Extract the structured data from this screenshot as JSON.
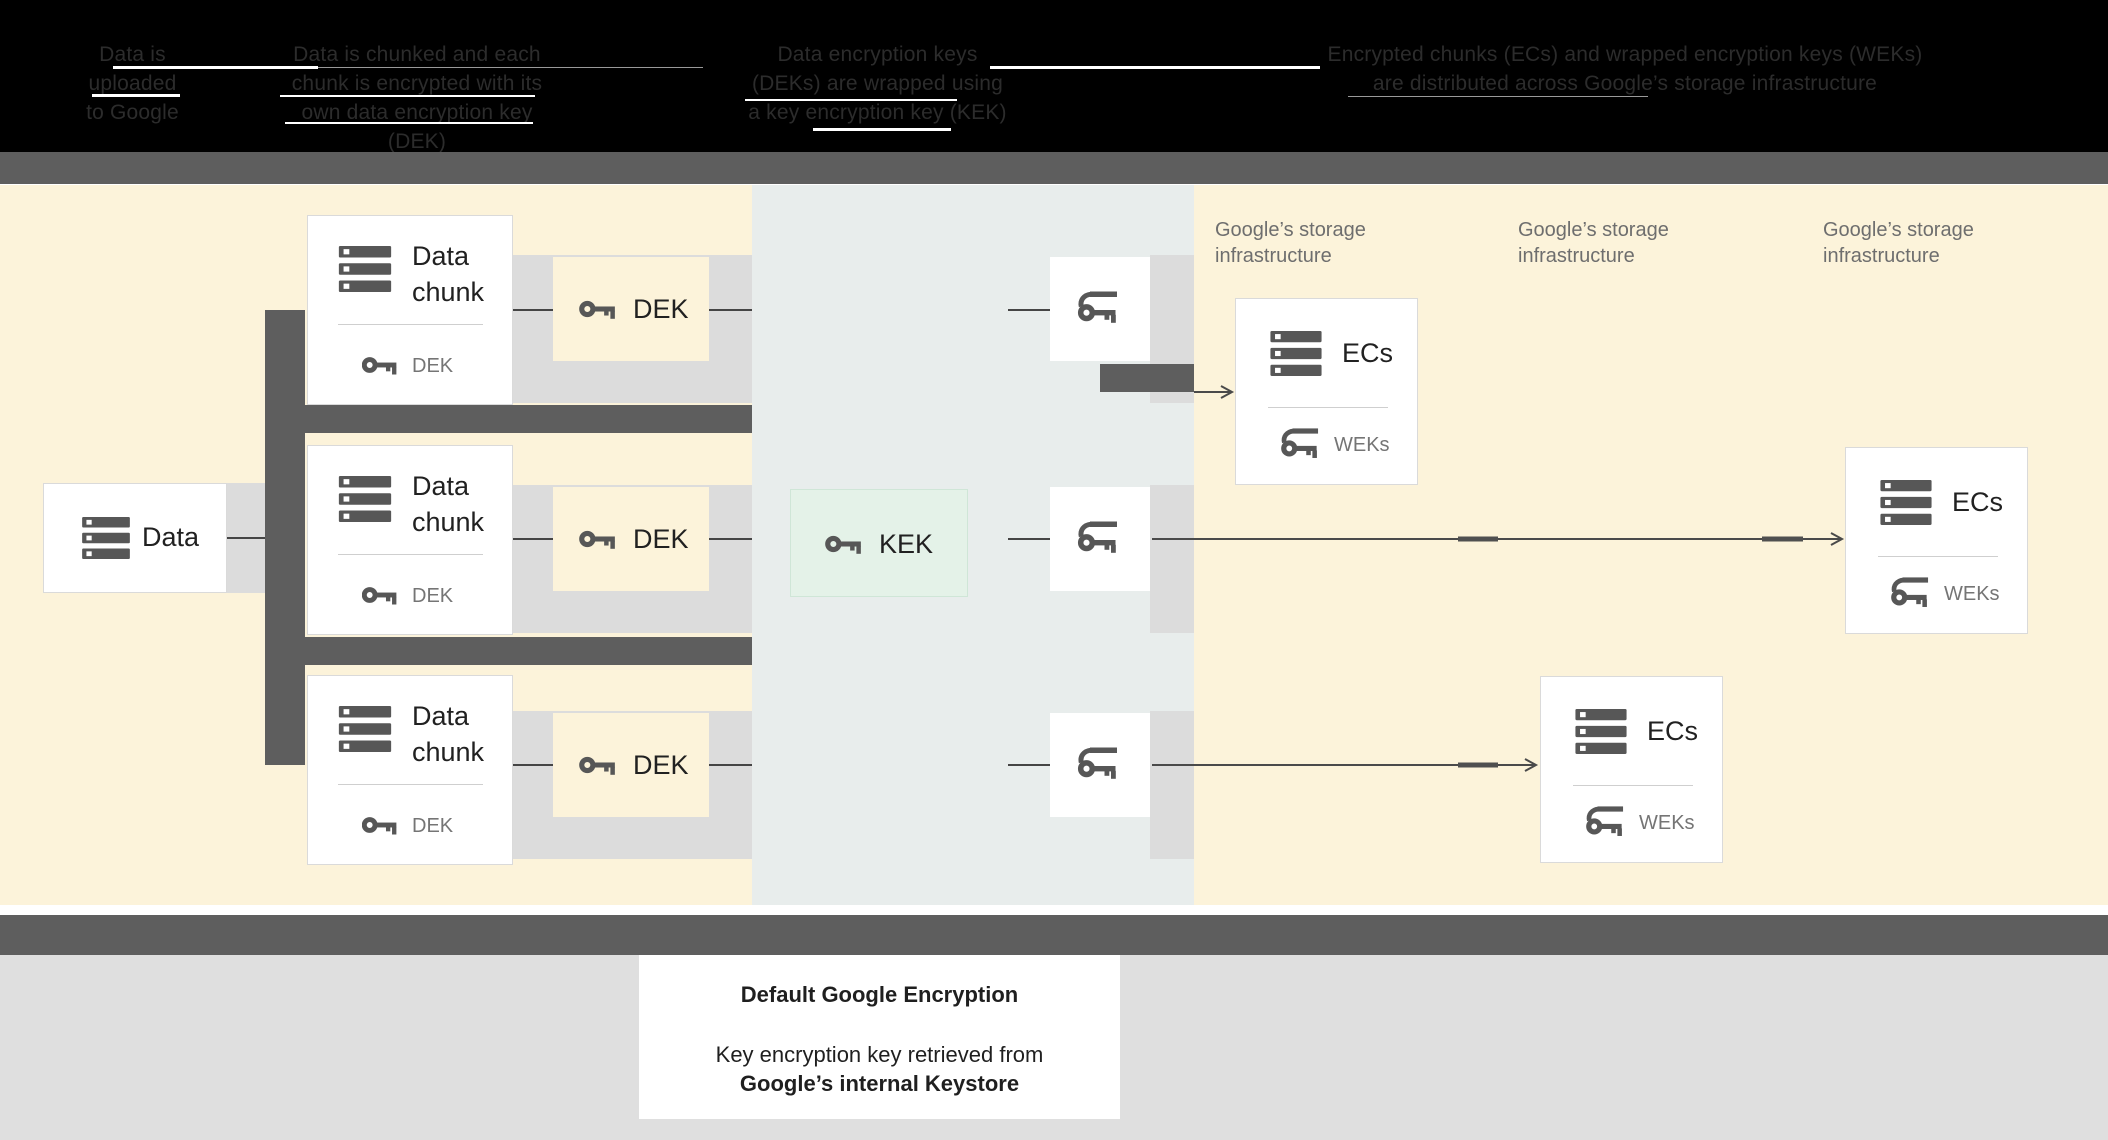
{
  "header": {
    "steps": [
      {
        "lines": [
          "Data is",
          "uploaded",
          "to Google"
        ]
      },
      {
        "lines": [
          "Data is chunked and each",
          "chunk is encrypted with its",
          "own data encryption key (DEK)"
        ]
      },
      {
        "lines": [
          "Data encryption keys",
          "(DEKs) are wrapped using",
          "a key encryption key (KEK)"
        ]
      },
      {
        "lines": [
          "Encrypted chunks (ECs) and wrapped encryption keys (WEKs)",
          "are distributed across Google’s storage infrastructure"
        ]
      }
    ]
  },
  "diagram": {
    "data_box": {
      "label": "Data"
    },
    "chunk_cards": [
      {
        "title_lines": [
          "Data",
          "chunk"
        ],
        "key_label": "DEK"
      },
      {
        "title_lines": [
          "Data",
          "chunk"
        ],
        "key_label": "DEK"
      },
      {
        "title_lines": [
          "Data",
          "chunk"
        ],
        "key_label": "DEK"
      }
    ],
    "dek_boxes": [
      {
        "label": "DEK"
      },
      {
        "label": "DEK"
      },
      {
        "label": "DEK"
      }
    ],
    "kek_box": {
      "label": "KEK"
    },
    "storage_labels": [
      {
        "lines": [
          "Google’s storage",
          "infrastructure"
        ]
      },
      {
        "lines": [
          "Google’s storage",
          "infrastructure"
        ]
      },
      {
        "lines": [
          "Google’s storage",
          "infrastructure"
        ]
      }
    ],
    "ec_cards": [
      {
        "title": "ECs",
        "key_label": "WEKs"
      },
      {
        "title": "ECs",
        "key_label": "WEKs"
      },
      {
        "title": "ECs",
        "key_label": "WEKs"
      }
    ]
  },
  "caption": {
    "title": "Default Google Encryption",
    "line1": "Key encryption key retrieved from",
    "line2": "Google’s internal Keystore"
  },
  "colors": {
    "cream": "#fcf3da",
    "panel_mid": "#e8edec",
    "bar_gray": "#5e5e5e",
    "strip_gray": "#dcdcdc",
    "kek_green": "#e4f2e8",
    "footer_gray": "#dfdfdf",
    "icon_gray": "#575757",
    "text_dark": "#212121",
    "text_muted": "#757575"
  }
}
